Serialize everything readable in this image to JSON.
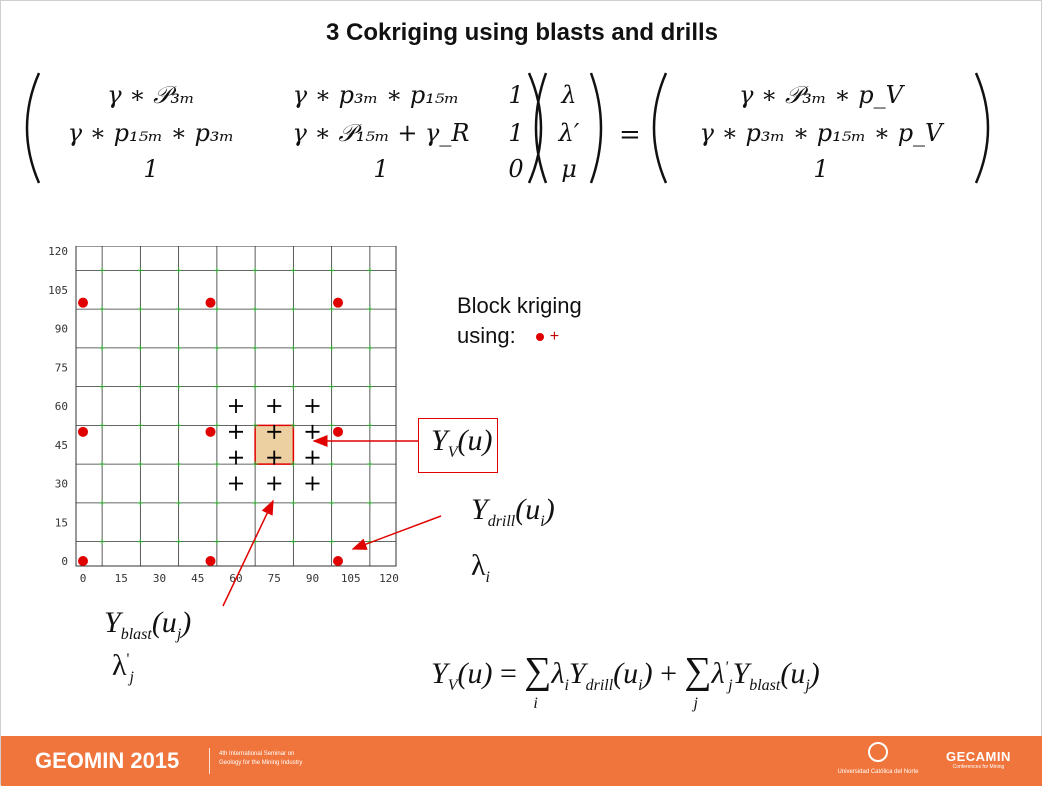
{
  "title": "3 Cokriging using blasts and drills",
  "matrix": {
    "a11": "γ ∗ 𝒫₃ₘ",
    "a12": "γ ∗ p₃ₘ ∗ p₁₅ₘ",
    "a13": "1",
    "a21": "γ ∗ p₁₅ₘ ∗ p₃ₘ",
    "a22": "γ ∗ 𝒫₁₅ₘ + γ_R",
    "a23": "1",
    "a31": "1",
    "a32": "1",
    "a33": "0",
    "v1": "λ",
    "v2": "λ′",
    "v3": "μ",
    "b1": "γ ∗ 𝒫₃ₘ ∗ p_V",
    "b2": "γ ∗ p₃ₘ ∗ p₁₅ₘ ∗ p_V",
    "b3": "1"
  },
  "plot": {
    "x_ticks": [
      "0",
      "15",
      "30",
      "45",
      "60",
      "75",
      "90",
      "105",
      "120"
    ],
    "y_ticks": [
      "0",
      "15",
      "30",
      "45",
      "60",
      "75",
      "90",
      "105",
      "120"
    ],
    "drill_points": [
      [
        0,
        0
      ],
      [
        50,
        0
      ],
      [
        100,
        0
      ],
      [
        0,
        50
      ],
      [
        50,
        50
      ],
      [
        100,
        50
      ],
      [
        0,
        100
      ],
      [
        50,
        100
      ],
      [
        100,
        100
      ]
    ],
    "blast_grid_start": 7.5,
    "blast_grid_step": 15,
    "blast_grid_max": 112.5,
    "large_blast_x": [
      60,
      75,
      90
    ],
    "large_blast_y": [
      30,
      40,
      50,
      60
    ],
    "target_block": [
      67.5,
      82.5,
      37.5,
      52.5
    ],
    "colors": {
      "drill": "#e00000",
      "blast": "#2ca02c",
      "large_blast": "#000000",
      "block": "#e8c48a",
      "arrow": "#e00000"
    }
  },
  "legend": {
    "line1": "Block kriging",
    "line2": "using:"
  },
  "labels": {
    "yv": "Y_V(u)",
    "ydrill": "Y_drill(u_i)",
    "lambda_i": "λ_i",
    "yblast": "Y_blast(u_j)",
    "lambda_j": "λ′_j",
    "formula": "Y_V(u) = Σ_i λ_i Y_drill(u_i) + Σ_j λ′_j Y_blast(u_j)"
  },
  "footer": {
    "brand": "GEOMIN 2015",
    "sub1": "4th International Seminar on",
    "sub2": "Geology for the Mining Industry",
    "university": "Universidad Católica del Norte",
    "company": "GECAMIN",
    "company_sub": "Conferences for Mining"
  }
}
